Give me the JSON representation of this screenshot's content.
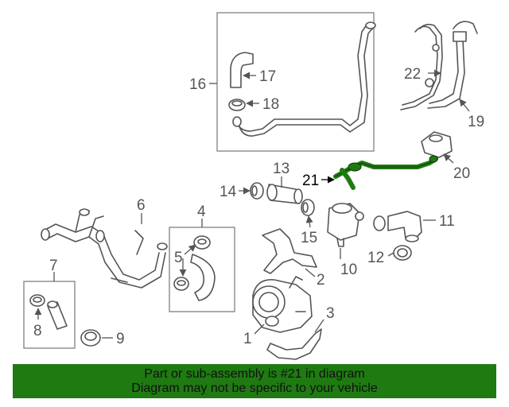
{
  "highlight_color": "#1f7a12",
  "callouts": {
    "p1": "1",
    "p2": "2",
    "p3": "3",
    "p4": "4",
    "p5": "5",
    "p6": "6",
    "p7": "7",
    "p8": "8",
    "p9": "9",
    "p10": "10",
    "p11": "11",
    "p12": "12",
    "p13": "13",
    "p14": "14",
    "p15": "15",
    "p16": "16",
    "p17": "17",
    "p18": "18",
    "p19": "19",
    "p20": "20",
    "p21": "21",
    "p22": "22"
  },
  "footer": {
    "line1": "Part or sub-assembly is #21 in diagram",
    "line2": "Diagram may not be specific to your vehicle"
  }
}
